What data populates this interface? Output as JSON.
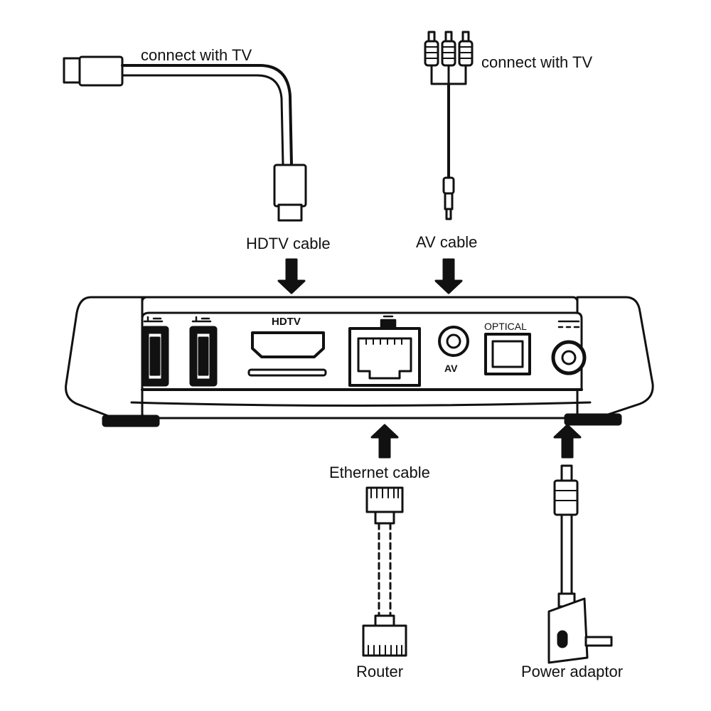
{
  "labels": {
    "hdmi_connect": "connect with TV",
    "av_connect": "connect with TV",
    "hdtv_cable": "HDTV cable",
    "av_cable": "AV cable",
    "ethernet_cable": "Ethernet cable",
    "router": "Router",
    "power_adaptor": "Power adaptor"
  },
  "ports": {
    "hdtv": "HDTV",
    "av": "AV",
    "optical": "OPTICAL"
  },
  "icons": [
    "usb-icon",
    "ethernet-icon",
    "dc-power-icon",
    "arrow-down-icon",
    "arrow-up-icon"
  ],
  "colors": {
    "line": "#111111",
    "background": "#ffffff"
  }
}
